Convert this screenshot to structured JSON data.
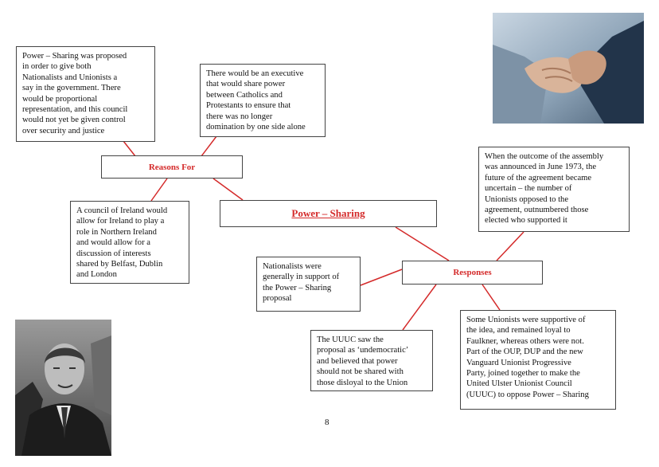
{
  "hubs": {
    "main": "Power – Sharing",
    "reasons": "Reasons For",
    "responses": "Responses"
  },
  "reasons_notes": [
    "Power – Sharing was proposed\nin order to give both\nNationalists and Unionists a\nsay in the government. There\nwould be proportional\nrepresentation, and this council\nwould not yet be given control\nover security and justice",
    "There would be an executive\nthat would share power\nbetween Catholics and\nProtestants to ensure that\nthere was no longer\ndomination by one side alone",
    "A council of Ireland would\nallow for Ireland to play a\nrole in Northern Ireland\nand would allow for a\ndiscussion of interests\nshared by Belfast, Dublin\nand London"
  ],
  "responses_notes": [
    "When the outcome of the assembly\nwas announced in June 1973, the\nfuture of the agreement became\nuncertain – the number of\nUnionists opposed to the\nagreement, outnumbered those\nelected who supported it",
    "Nationalists were\ngenerally in support of\nthe Power – Sharing\nproposal",
    "The UUUC saw the\nproposal as ‘undemocratic’\nand believed that power\nshould not be shared with\nthose disloyal to the Union",
    "Some Unionists were supportive of\nthe idea, and remained loyal to\nFaulkner, whereas others were not.\nPart of the OUP, DUP and the new\nVanguard Unionist Progressive\nParty, joined together to make the\nUnited Ulster Unionist Council\n(UUUC) to oppose Power – Sharing"
  ],
  "page_number": "8",
  "colors": {
    "connector": "#d42a2a",
    "hub_text": "#d42a2a",
    "border": "#444444"
  },
  "images": {
    "top_right": "handshake-photo",
    "bottom_left": "politician-portrait-photo"
  }
}
